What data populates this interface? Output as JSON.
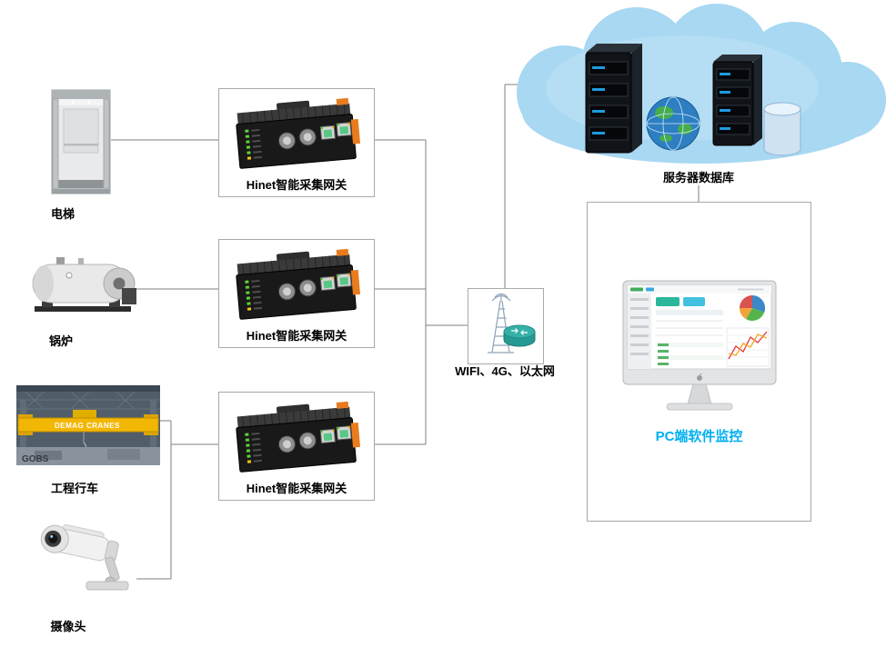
{
  "colors": {
    "connector_line": "#7f7f7f",
    "box_border": "#a9a9a9",
    "cloud_fill": "#a8d8f2",
    "pc_label": "#00b0f0",
    "gateway_accent_orange": "#e87c1e",
    "led_green": "#5fd336",
    "crane_yellow": "#f2b705",
    "server_led_blue": "#1e9be0"
  },
  "devices": [
    {
      "id": "elevator",
      "label": "电梯"
    },
    {
      "id": "boiler",
      "label": "锅炉"
    },
    {
      "id": "crane",
      "label": "工程行车",
      "photo_text": "DEMAG CRANES",
      "photo_watermark": "GOBS"
    },
    {
      "id": "camera",
      "label": "摄像头"
    }
  ],
  "gateways": [
    {
      "label": "Hinet智能采集网关"
    },
    {
      "label": "Hinet智能采集网关"
    },
    {
      "label": "Hinet智能采集网关"
    }
  ],
  "network": {
    "label": "WIFI、4G、以太网"
  },
  "cloud": {
    "label": "服务器数据库"
  },
  "pc": {
    "label": "PC端软件监控"
  }
}
